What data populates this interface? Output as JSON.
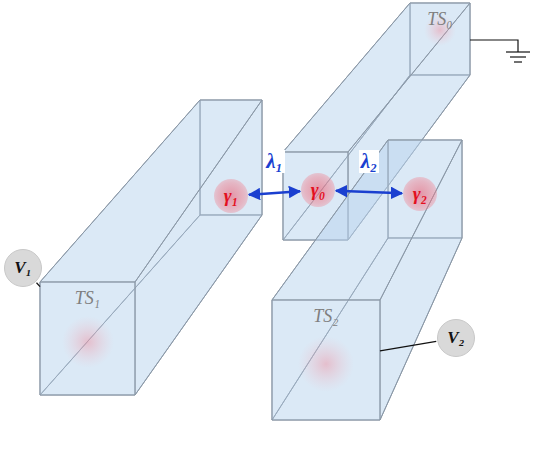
{
  "diagram": {
    "nodes": [
      {
        "text": [
          "TS₀"
        ]
      },
      {
        "text": [
          "TS₁"
        ]
      },
      {
        "text": [
          "TS₂"
        ]
      },
      {
        "text": [
          "γ₀"
        ],
        "in": 0
      },
      {
        "text": [
          "γ₁"
        ],
        "in": 1
      },
      {
        "text": [
          "γ₂"
        ],
        "in": 2
      },
      {
        "text": [
          "V₁"
        ]
      },
      {
        "text": [
          "V₂"
        ]
      }
    ],
    "edges": [
      {
        "from": 6,
        "to": 1,
        "arrow": "none"
      },
      {
        "from": 7,
        "to": 2,
        "arrow": "none"
      },
      {
        "from": 4,
        "to": 3,
        "label": "λ₁",
        "arrow": "both"
      },
      {
        "from": 3,
        "to": 5,
        "label": "λ₂",
        "arrow": "both"
      }
    ]
  }
}
